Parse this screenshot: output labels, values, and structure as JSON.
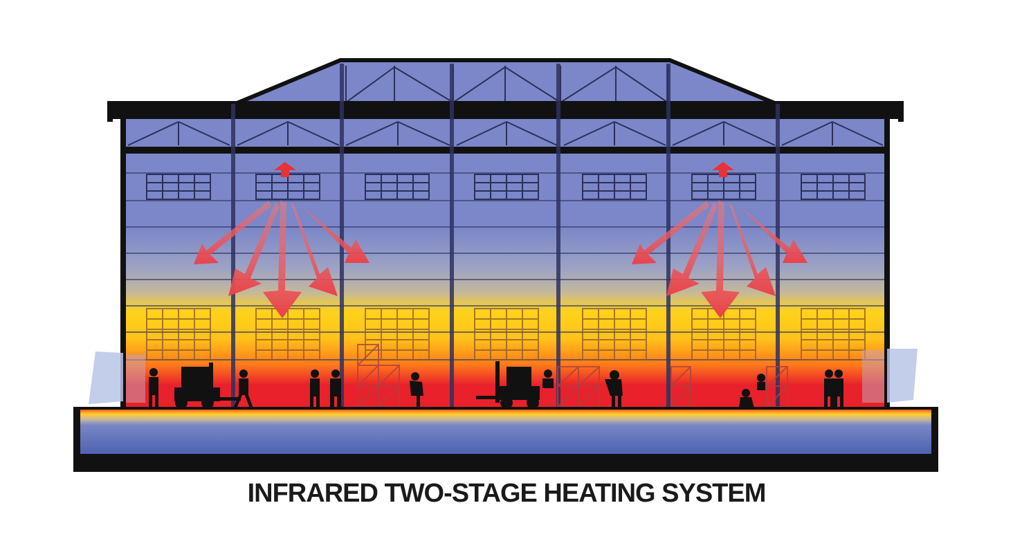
{
  "caption": "INFRARED TWO-STAGE HEATING SYSTEM",
  "colors": {
    "building_blue": "#7b87c8",
    "frame_dark": "#111111",
    "heat_yellow": "#ffd21a",
    "heat_orange": "#ff7a1a",
    "heat_red": "#e8212b",
    "arrow_red": "#e85a5a",
    "floor_blue": "#5668b2",
    "door_light_blue": "#b7c6e6"
  },
  "heaters": [
    {
      "name": "left-heater"
    },
    {
      "name": "right-heater"
    }
  ]
}
